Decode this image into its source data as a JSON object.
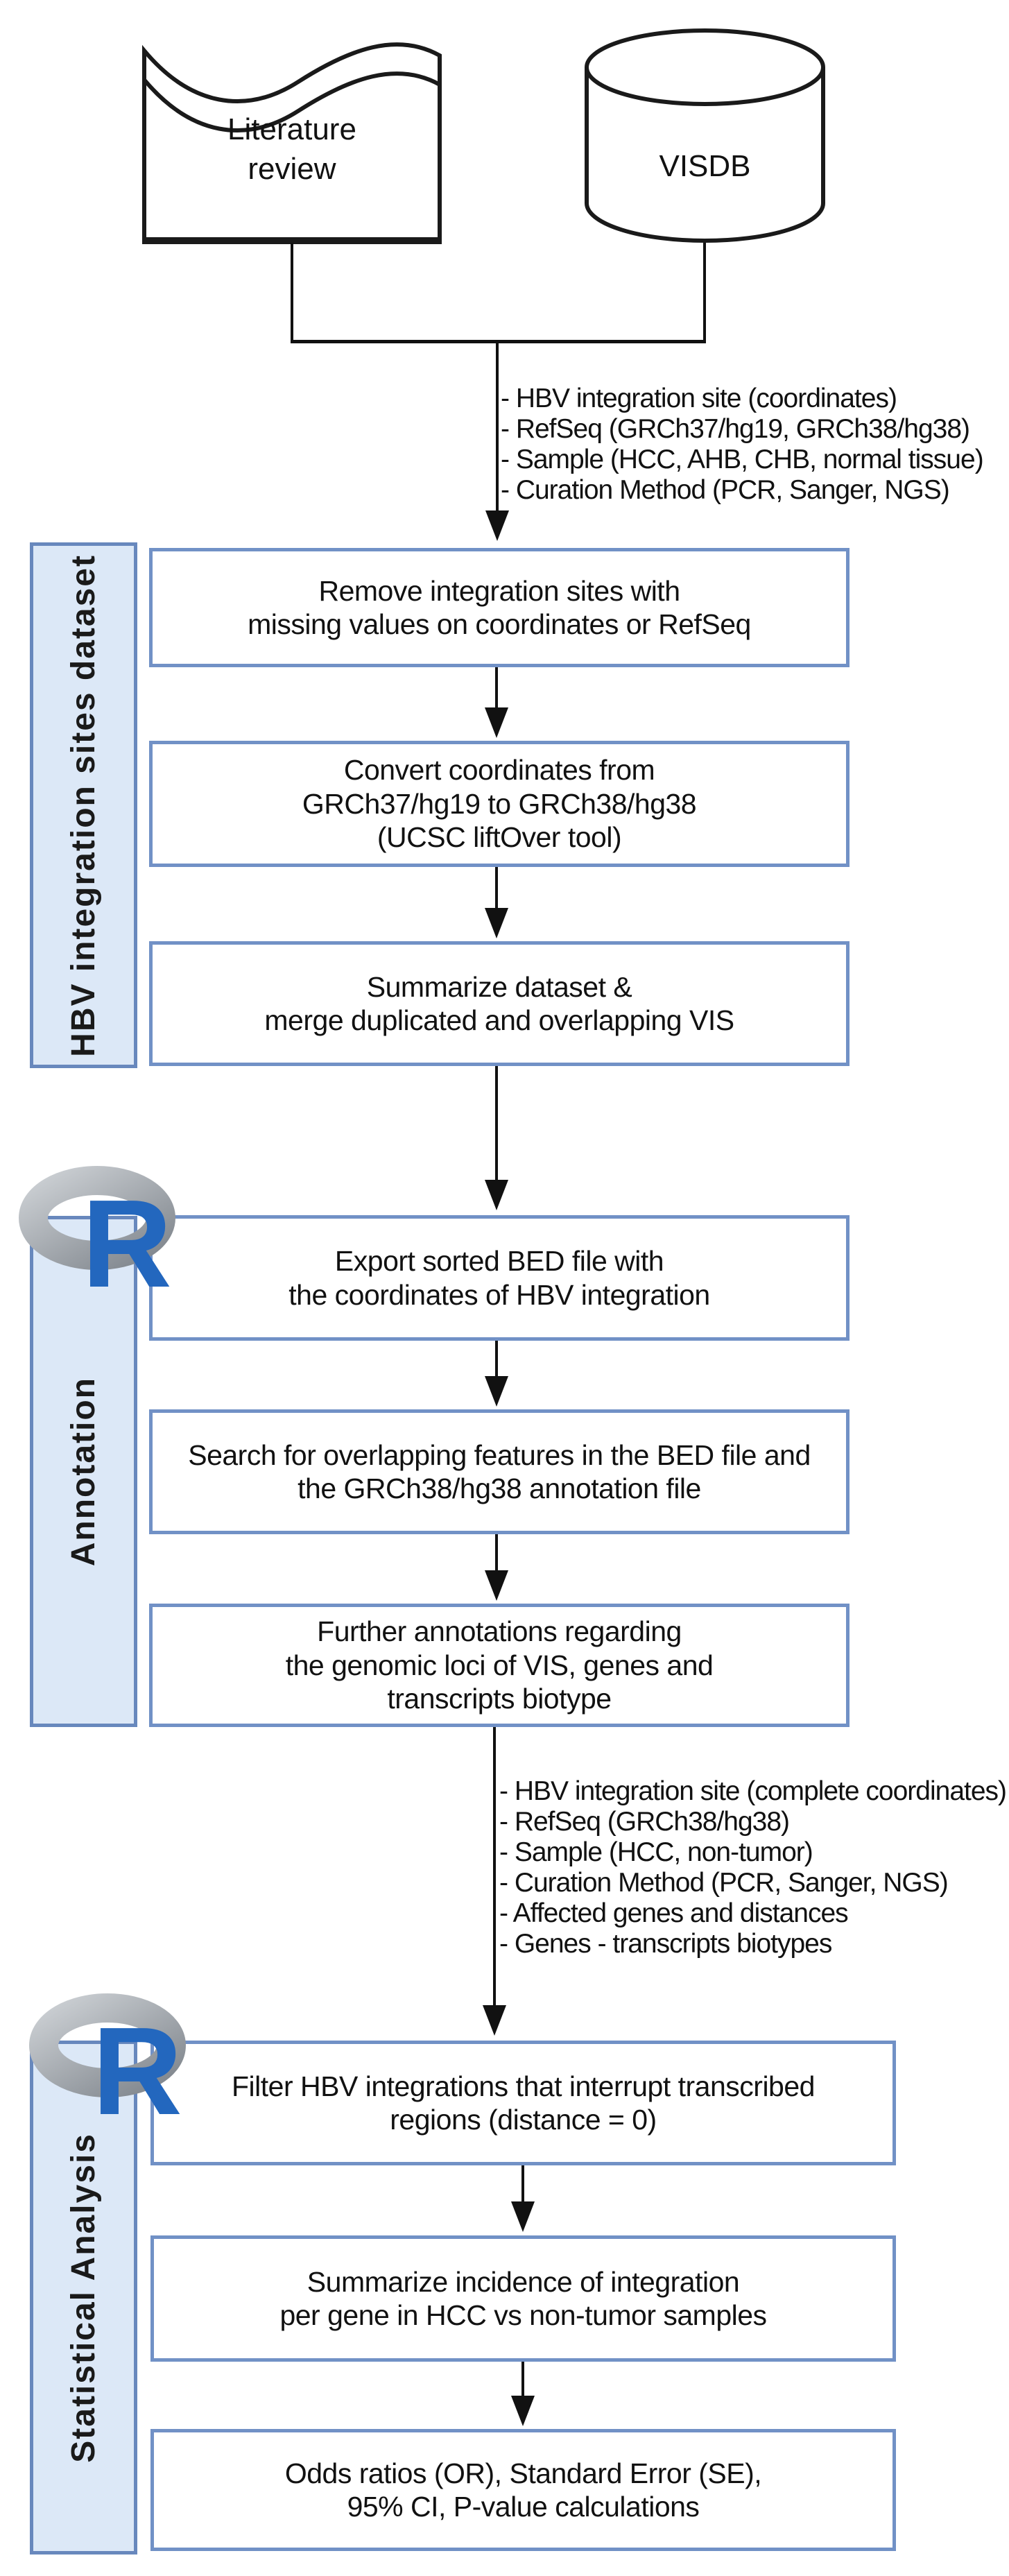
{
  "colors": {
    "box_border": "#7191c6",
    "sidebar_border": "#6888bd",
    "sidebar_fill": "#dce8f7",
    "line": "#111111",
    "text": "#111111",
    "r_blue": "#2367be",
    "r_gray_light": "#cbcfd3",
    "r_gray_dark": "#81878e"
  },
  "sources": {
    "literature_label": "Literature\nreview",
    "visdb_label": "VISDB"
  },
  "inputs1": {
    "items": [
      "- HBV integration site (coordinates)",
      "- RefSeq (GRCh37/hg19, GRCh38/hg38)",
      "- Sample (HCC, AHB, CHB, normal tissue)",
      "- Curation Method (PCR, Sanger, NGS)"
    ]
  },
  "inputs2": {
    "items": [
      "- HBV integration site (complete coordinates)",
      "- RefSeq (GRCh38/hg38)",
      "- Sample (HCC, non-tumor)",
      "- Curation Method (PCR, Sanger, NGS)",
      "- Affected genes and distances",
      "- Genes - transcripts biotypes"
    ]
  },
  "r_logo": {
    "letter": "R"
  },
  "sections": [
    {
      "label": "HBV integration sites dataset",
      "boxes": [
        "Remove integration sites with\nmissing values on coordinates or RefSeq",
        "Convert coordinates from\nGRCh37/hg19 to GRCh38/hg38\n(UCSC liftOver tool)",
        "Summarize dataset &\nmerge duplicated and overlapping VIS"
      ]
    },
    {
      "label": "Annotation",
      "boxes": [
        "Export sorted BED file with\nthe coordinates of HBV integration",
        "Search for overlapping features in the BED file and\nthe GRCh38/hg38 annotation file",
        "Further annotations regarding\nthe genomic loci of VIS, genes and\ntranscripts biotype"
      ]
    },
    {
      "label": "Statistical Analysis",
      "boxes": [
        "Filter HBV integrations that interrupt transcribed\nregions (distance = 0)",
        "Summarize incidence of integration\nper gene in HCC vs non-tumor samples",
        "Odds ratios (OR), Standard Error (SE),\n95% CI, P-value calculations"
      ]
    }
  ]
}
